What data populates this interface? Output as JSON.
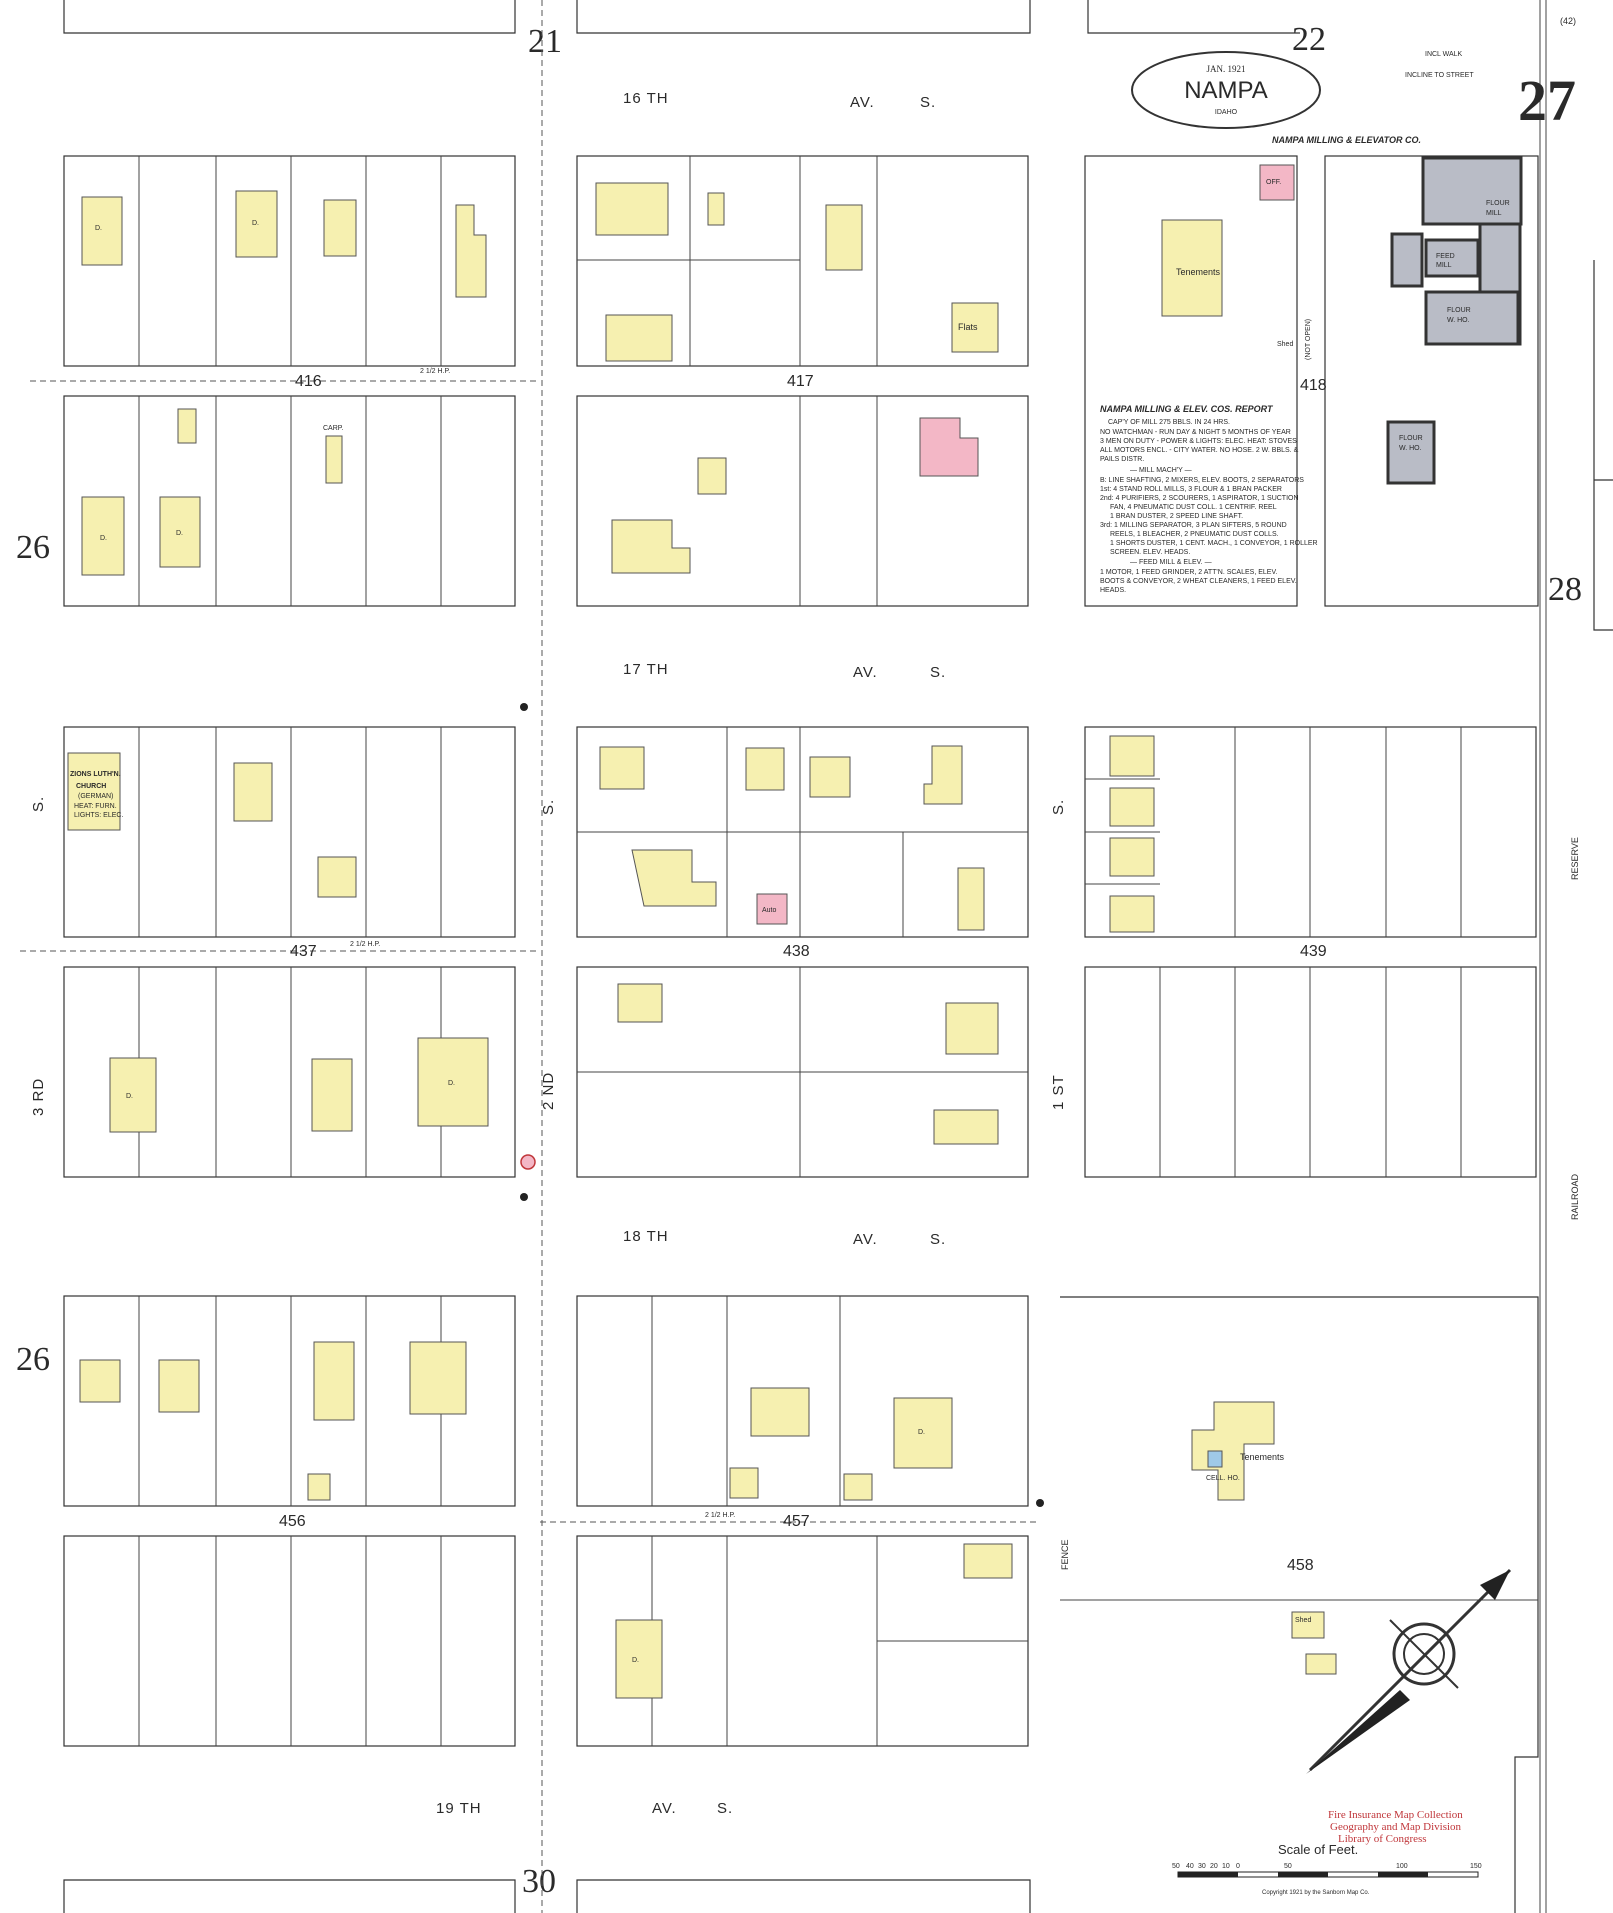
{
  "sheet": {
    "number": "27",
    "city": "NAMPA",
    "state": "IDAHO",
    "date": "JAN. 1921",
    "adjacent_sheets": {
      "top_left": "21",
      "top_right": "22",
      "left_upper": "26",
      "left_lower": "26",
      "right": "28",
      "bottom": "30"
    },
    "corner_note": "(42)"
  },
  "streets": {
    "av16": [
      "16 TH",
      "AV.",
      "S."
    ],
    "av17": [
      "17 TH",
      "AV.",
      "S."
    ],
    "av18": [
      "18 TH",
      "AV.",
      "S."
    ],
    "av19": [
      "19 TH",
      "AV.",
      "S."
    ],
    "third": [
      "3 RD",
      "S."
    ],
    "second": [
      "2 ND",
      "S."
    ],
    "first": [
      "1 ST",
      "S."
    ],
    "reserve": "RESERVE",
    "railroad": "RAILROAD",
    "fence": "FENCE",
    "incline": "INCLINE TO STREET",
    "incl_walk": "INCL WALK",
    "not_open": "(NOT OPEN)"
  },
  "blocks": [
    "416",
    "417",
    "418",
    "437",
    "438",
    "439",
    "456",
    "457",
    "458"
  ],
  "labels": {
    "mill_company": "NAMPA MILLING & ELEVATOR CO.",
    "church": [
      "ZIONS LUTH'N.",
      "CHURCH",
      "(GERMAN)",
      "HEAT: FURN.",
      "LIGHTS: ELEC."
    ],
    "tenements": "Tenements",
    "flats": "Flats",
    "flour_mill": [
      "FLOUR",
      "MILL"
    ],
    "flour_wh": [
      "FLOUR",
      "W. HO."
    ],
    "feed_mill": [
      "FEED",
      "MILL"
    ],
    "office": "OFF.",
    "shed": "Shed",
    "auto": "Auto",
    "dwelling": "D.",
    "carp": "CARP.",
    "cell": "CELL. HO.",
    "alley": "2 1/2 H.P."
  },
  "report": {
    "title": "NAMPA MILLING & ELEV. COS. REPORT",
    "lines": [
      "CAP'Y OF MILL 275 BBLS. IN 24 HRS.",
      "NO WATCHMAN - RUN DAY & NIGHT 5 MONTHS OF YEAR",
      "3 MEN ON DUTY - POWER & LIGHTS: ELEC. HEAT: STOVES",
      "ALL MOTORS ENCL. - CITY WATER. NO HOSE. 2 W. BBLS. &",
      "PAILS DISTR.",
      "— MILL MACH'Y —",
      "B: LINE SHAFTING, 2 MIXERS, ELEV. BOOTS, 2 SEPARATORS",
      "1st: 4 STAND ROLL MILLS, 3 FLOUR & 1 BRAN PACKER",
      "2nd: 4 PURIFIERS, 2 SCOURERS, 1 ASPIRATOR, 1 SUCTION",
      "FAN, 4 PNEUMATIC DUST COLL. 1 CENTRIF. REEL",
      "1 BRAN DUSTER, 2 SPEED LINE SHAFT.",
      "3rd: 1 MILLING SEPARATOR, 3 PLAN SIFTERS, 5 ROUND",
      "REELS, 1 BLEACHER, 2 PNEUMATIC DUST COLLS.",
      "1 SHORTS DUSTER, 1 CENT. MACH., 1 CONVEYOR, 1 ROLLER",
      "SCREEN. ELEV. HEADS.",
      "— FEED MILL & ELEV. —",
      "1 MOTOR, 1 FEED GRINDER, 2 ATT'N. SCALES, ELEV.",
      "BOOTS & CONVEYOR, 2 WHEAT CLEANERS, 1 FEED ELEV.",
      "HEADS."
    ]
  },
  "scale": {
    "title": "Scale of Feet.",
    "ticks": [
      "50",
      "40",
      "30",
      "20",
      "10",
      "0",
      "50",
      "100",
      "150"
    ]
  },
  "stamp": [
    "Fire Insurance Map Collection",
    "Geography and Map Division",
    "Library of Congress"
  ],
  "copyright": "Copyright 1921 by the Sanborn Map Co.",
  "colors": {
    "frame": "#f6f0b0",
    "brick": "#f3b7c6",
    "iron": "#9fc9e8",
    "mill": "#b9bcc6"
  }
}
